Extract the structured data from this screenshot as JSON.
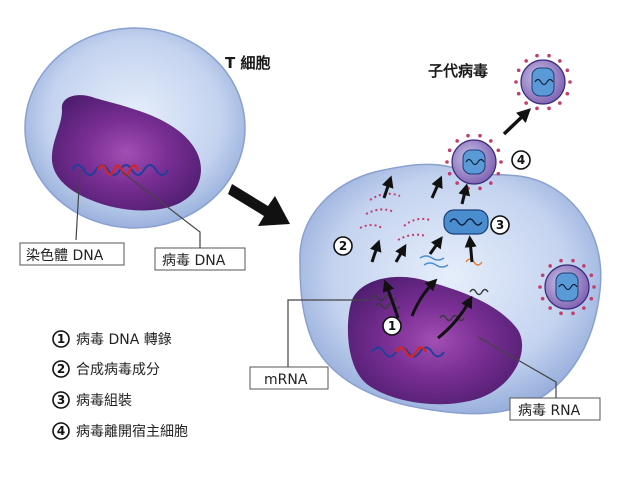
{
  "labels": {
    "t_cell": "T 細胞",
    "progeny_virus": "子代病毒",
    "chromosome_dna": "染色體 DNA",
    "viral_dna": "病毒 DNA",
    "mrna": "mRNA",
    "viral_rna": "病毒 RNA"
  },
  "steps": [
    {
      "num": "1",
      "text": "病毒 DNA 轉錄"
    },
    {
      "num": "2",
      "text": "合成病毒成分"
    },
    {
      "num": "3",
      "text": "病毒組裝"
    },
    {
      "num": "4",
      "text": "病毒離開宿主細胞"
    }
  ],
  "colors": {
    "cell_fill": "#c5d3ef",
    "nucleus": "#6a2a8c",
    "virus_spike": "#c23c6e",
    "dna_blue": "#1f3f9e",
    "dna_red": "#d0262b",
    "arrow": "#111111"
  }
}
